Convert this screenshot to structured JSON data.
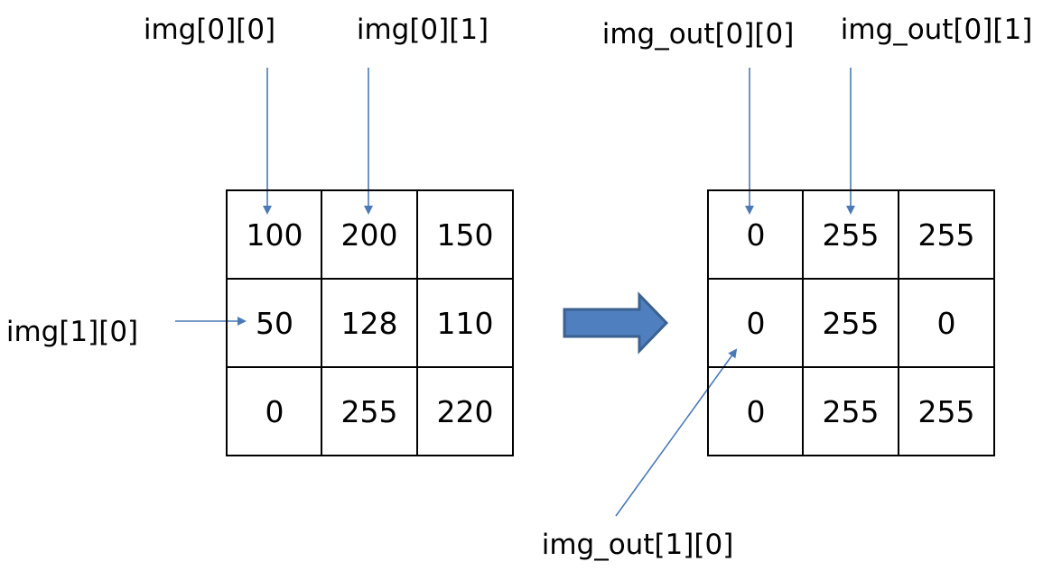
{
  "labels": {
    "img_0_0": "img[0][0]",
    "img_0_1": "img[0][1]",
    "img_1_0": "img[1][0]",
    "out_0_0": "img_out[0][0]",
    "out_0_1": "img_out[0][1]",
    "out_1_0": "img_out[1][0]"
  },
  "input_grid": [
    [
      "100",
      "200",
      "150"
    ],
    [
      "50",
      "128",
      "110"
    ],
    [
      "0",
      "255",
      "220"
    ]
  ],
  "output_grid": [
    [
      "0",
      "255",
      "255"
    ],
    [
      "0",
      "255",
      "0"
    ],
    [
      "0",
      "255",
      "255"
    ]
  ],
  "colors": {
    "pointer": "#4a7ab5",
    "arrow_fill": "#4f7fbf",
    "arrow_stroke": "#3a618f"
  }
}
